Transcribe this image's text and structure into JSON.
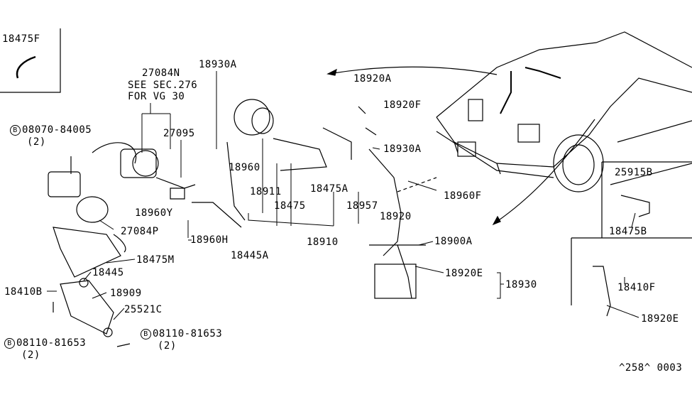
{
  "diagram": {
    "callouts": [
      {
        "id": "c1",
        "text": "18475F"
      },
      {
        "id": "c2",
        "text": "27084N"
      },
      {
        "id": "c3",
        "text": "SEE SEC.276"
      },
      {
        "id": "c4",
        "text": "FOR VG 30"
      },
      {
        "id": "c5",
        "text": "18930A"
      },
      {
        "id": "c6",
        "text": "08070-84005",
        "bolt": "B"
      },
      {
        "id": "c7",
        "text": "(2)"
      },
      {
        "id": "c8",
        "text": "27095"
      },
      {
        "id": "c9",
        "text": "18960"
      },
      {
        "id": "c10",
        "text": "18911"
      },
      {
        "id": "c11",
        "text": "18475A"
      },
      {
        "id": "c12",
        "text": "18475"
      },
      {
        "id": "c13",
        "text": "18957"
      },
      {
        "id": "c14",
        "text": "18920A"
      },
      {
        "id": "c15",
        "text": "18920F"
      },
      {
        "id": "c16",
        "text": "18930A"
      },
      {
        "id": "c17",
        "text": "18960F"
      },
      {
        "id": "c18",
        "text": "18920"
      },
      {
        "id": "c19",
        "text": "18960Y"
      },
      {
        "id": "c20",
        "text": "18960H"
      },
      {
        "id": "c21",
        "text": "18445A"
      },
      {
        "id": "c22",
        "text": "18910"
      },
      {
        "id": "c23",
        "text": "27084P"
      },
      {
        "id": "c24",
        "text": "18475M"
      },
      {
        "id": "c25",
        "text": "18445"
      },
      {
        "id": "c26",
        "text": "18410B"
      },
      {
        "id": "c27",
        "text": "18909"
      },
      {
        "id": "c28",
        "text": "25521C"
      },
      {
        "id": "c29",
        "text": "08110-81653",
        "bolt": "B"
      },
      {
        "id": "c30",
        "text": "(2)"
      },
      {
        "id": "c31",
        "text": "08110-81653",
        "bolt": "B"
      },
      {
        "id": "c32",
        "text": "(2)"
      },
      {
        "id": "c33",
        "text": "18900A"
      },
      {
        "id": "c34",
        "text": "18920E"
      },
      {
        "id": "c35",
        "text": "18930"
      },
      {
        "id": "c36",
        "text": "25915B"
      },
      {
        "id": "c37",
        "text": "18475B"
      },
      {
        "id": "c38",
        "text": "18410F"
      },
      {
        "id": "c39",
        "text": "18920E"
      }
    ],
    "diagram_code": "^258^ 0003"
  }
}
